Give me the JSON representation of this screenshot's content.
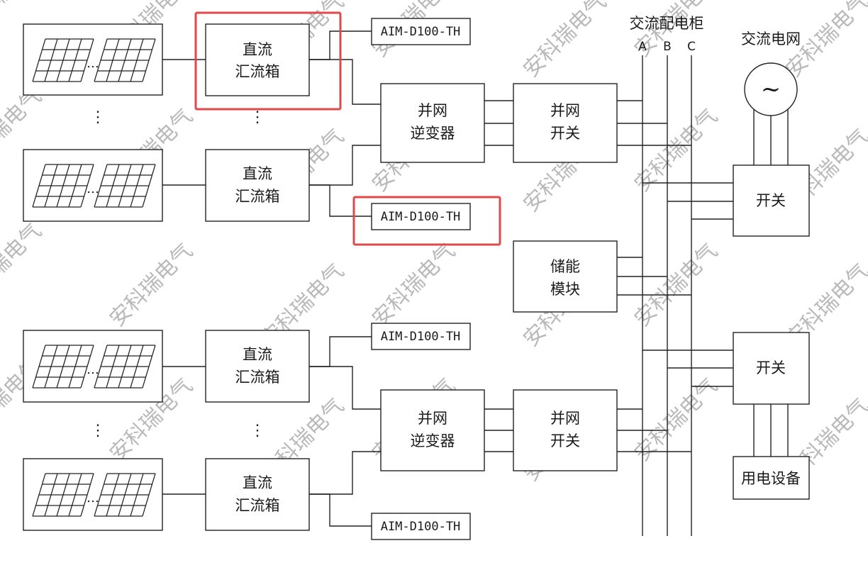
{
  "diagram": {
    "combiner_box_label_line1": "直流",
    "combiner_box_label_line2": "汇流箱",
    "inverter_label_line1": "并网",
    "inverter_label_line2": "逆变器",
    "grid_switch_label_line1": "并网",
    "grid_switch_label_line2": "开关",
    "monitor_label": "AIM-D100-TH",
    "ac_cabinet_label": "交流配电柜",
    "bus_a": "A",
    "bus_b": "B",
    "bus_c": "C",
    "ac_grid_label": "交流电网",
    "ac_symbol": "~",
    "switch_label": "开关",
    "storage_label_line1": "储能",
    "storage_label_line2": "模块",
    "load_label": "用电设备",
    "pv_ellipsis": "…",
    "vertical_ellipsis": "⋮",
    "watermark": "安科瑞电气",
    "highlight_color": "#e0484a"
  }
}
